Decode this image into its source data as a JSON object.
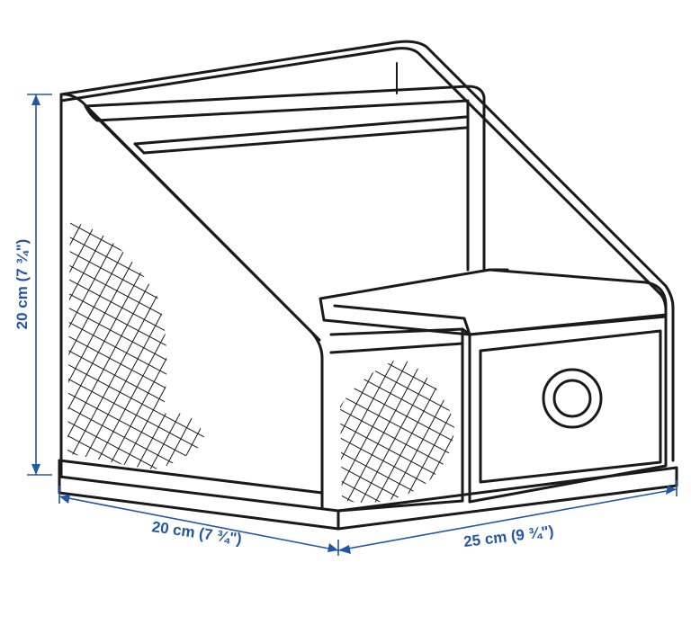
{
  "dimensions": {
    "height_label": "20 cm (7 ¾\")",
    "depth_label": "20 cm (7 ¾\")",
    "width_label": "25 cm (9 ¾\")"
  },
  "colors": {
    "dimension": "#2356a8",
    "outline": "#1a1a1a",
    "background": "#ffffff"
  }
}
